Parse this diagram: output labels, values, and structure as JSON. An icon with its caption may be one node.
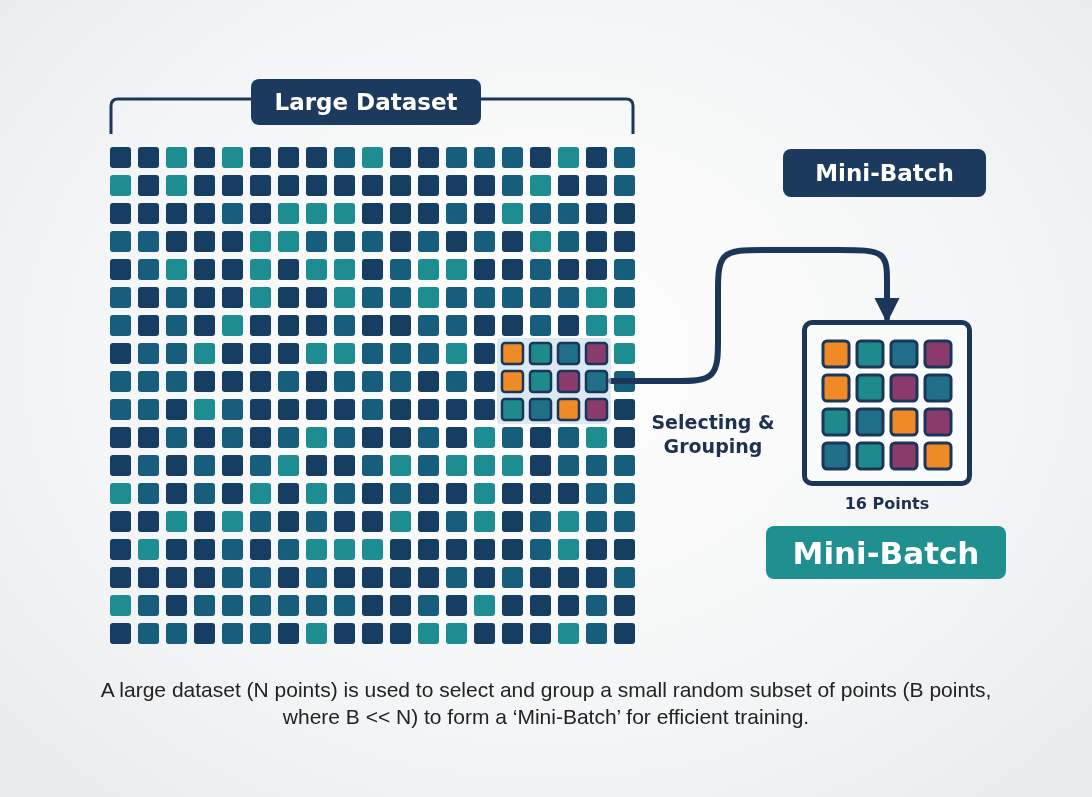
{
  "diagram": {
    "caption": "A large dataset (N points) is used to select and group a small random subset of points (B points, where B << N) to form a ‘Mini-Batch’ for efficient training.",
    "nodes": [
      {
        "text": [
          "Large Dataset"
        ]
      },
      {
        "text": [],
        "shape": "box"
      },
      {
        "text": [
          "Mini-Batch"
        ]
      },
      {
        "text": [],
        "shape": "box",
        "beside": [
          "16 Points"
        ]
      },
      {
        "text": [
          "Mini-Batch"
        ]
      }
    ],
    "edges": [
      {
        "from": 1,
        "to": 3,
        "arrow": "to",
        "label": "Selecting & Grouping"
      }
    ]
  }
}
